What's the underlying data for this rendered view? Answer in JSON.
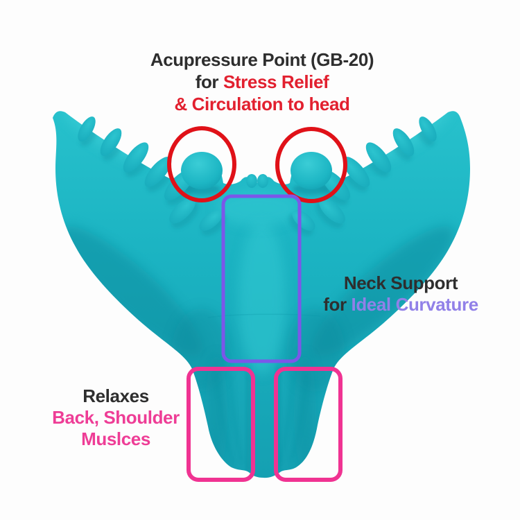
{
  "colors": {
    "background": "#fdfdfd",
    "product_teal": "#1fb7c4",
    "product_teal_light": "#38ccd5",
    "product_teal_dark": "#0b8a9c",
    "annotation_red": "#e01118",
    "text_red": "#e2202f",
    "annotation_purple": "#7b57e9",
    "text_purple": "#9180e8",
    "annotation_pink": "#f03392",
    "text_pink": "#ee3d96",
    "text_dark": "#2e2e2e"
  },
  "annotations": {
    "acupressure": {
      "line1": "Acupressure Point (GB-20)",
      "line2_prefix": "for ",
      "line2_highlight": "Stress Relief",
      "line3": "& Circulation to head"
    },
    "neck_support": {
      "line1": "Neck Support",
      "line2_prefix": "for ",
      "line2_highlight": "Ideal Curvature"
    },
    "relaxes": {
      "line1": "Relaxes",
      "line2": "Back, Shoulder",
      "line3": "Muslces"
    }
  }
}
